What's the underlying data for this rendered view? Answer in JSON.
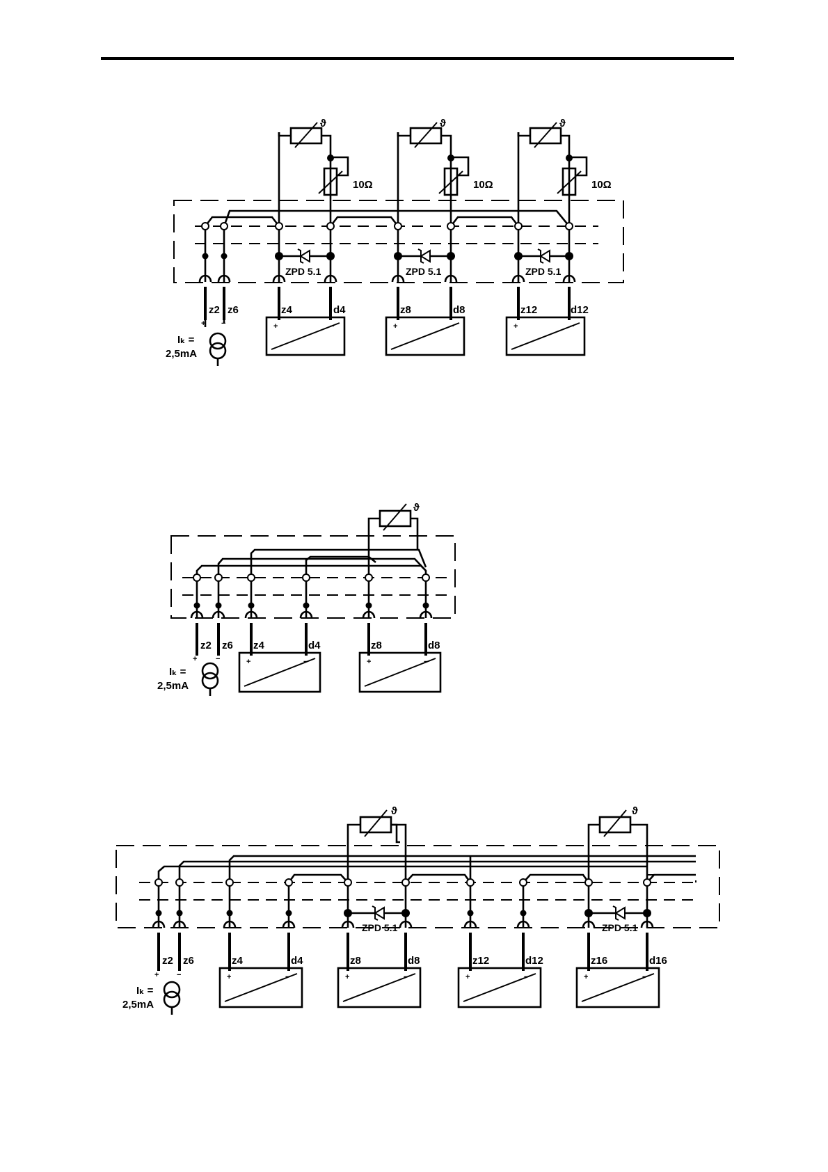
{
  "resistor_label": "10Ω",
  "zener_label": "ZPD 5.1",
  "theta_symbol": "ϑ",
  "source_label_line1": "Iₖ =",
  "source_label_line2": "2,5mA",
  "plus_sign": "+",
  "minus_sign": "−",
  "terminals": {
    "z2": "z2",
    "z6": "z6",
    "z4": "z4",
    "d4": "d4",
    "z8": "z8",
    "d8": "d8",
    "z12": "z12",
    "d12": "d12",
    "z16": "z16",
    "d16": "d16"
  },
  "icons": {
    "current_source": "current-source-icon",
    "thermistor": "thermistor-icon",
    "zener_diode": "zener-diode-icon",
    "potentiometer": "potentiometer-icon",
    "input_module": "input-module-icon"
  }
}
